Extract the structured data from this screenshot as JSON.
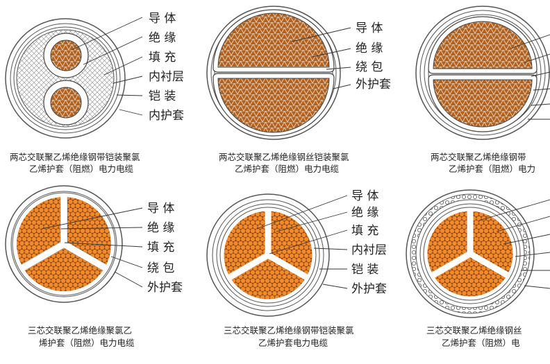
{
  "colors": {
    "conductor": "#b5611e",
    "strand_outline": "#e8d6c0",
    "orange": "#f08a2a",
    "sheath": "#ffffff",
    "outline": "#555555"
  },
  "panels": [
    {
      "id": "panel-1",
      "labels": [
        "导 体",
        "绝 缘",
        "填 充",
        "内衬层",
        "铠 装",
        "内护套"
      ],
      "caption": [
        "两芯交联聚乙烯绝缘钢带铠装聚氯",
        "乙烯护套（阻燃）电力电缆"
      ]
    },
    {
      "id": "panel-2",
      "labels": [
        "导 体",
        "绝 缘",
        "绕 包",
        "外护套"
      ],
      "caption": [
        "两芯交联聚乙烯绝缘钢丝铠装聚氯",
        "乙烯护套（阻燃）电力电缆"
      ]
    },
    {
      "id": "panel-3",
      "labels": [],
      "caption": [
        "两芯交联聚乙烯绝缘钢带",
        "乙烯护套（阻燃）电力"
      ]
    },
    {
      "id": "panel-4",
      "labels": [
        "导 体",
        "绝 缘",
        "填 充",
        "绕 包",
        "外护套"
      ],
      "caption": [
        "三芯交联聚乙烯绝缘聚氯乙",
        "烯护套（阻燃）电力电缆"
      ]
    },
    {
      "id": "panel-5",
      "labels": [
        "导 体",
        "绝 缘",
        "填 充",
        "内衬层",
        "铠 装",
        "外护套"
      ],
      "caption": [
        "三芯交联聚乙烯绝缘钢带铠装聚氯",
        "乙烯护套电力电缆"
      ]
    },
    {
      "id": "panel-6",
      "labels": [],
      "caption": [
        "三芯交联聚乙烯绝缘钢丝",
        "乙烯护套（阻燃）电"
      ]
    }
  ]
}
